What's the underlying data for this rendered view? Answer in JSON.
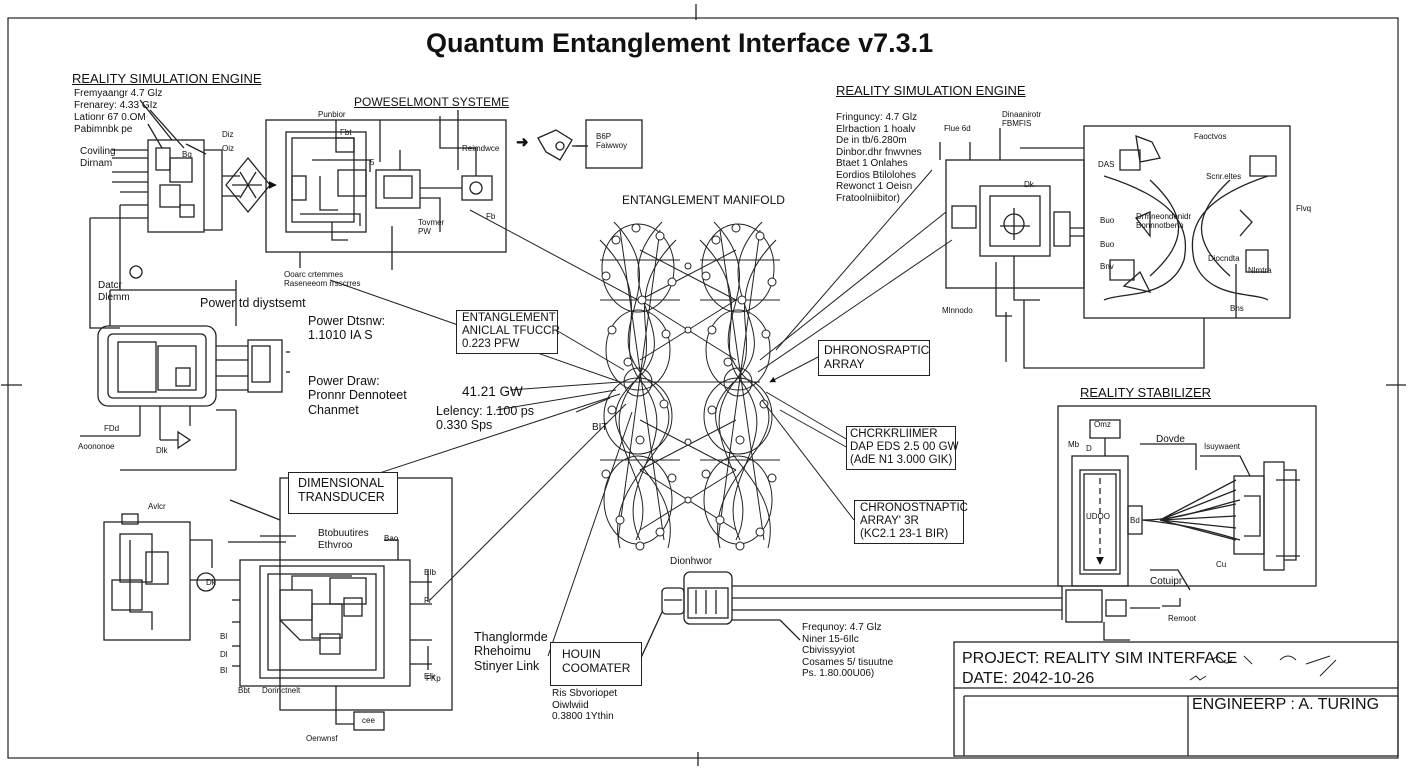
{
  "title": "Quantum Entanglement Interface v7.3.1",
  "reality_sim_left": {
    "header": "REALITY SIMULATION ENGINE",
    "params": [
      "Fremyaangr 4.7 Glz",
      "Frenarey: 4.33 GIz",
      "Lationr 67 0.OM",
      "Pabimnbk pe"
    ],
    "cooling": "Coviling\nDirnam",
    "small": [
      "Diz",
      "Bg",
      "Oiz"
    ]
  },
  "power_system_top": {
    "header": "POWESELMONT SYSTEME",
    "labels": [
      "Punbior",
      "Fbt",
      "Reimdwce",
      "Tovmer\nPW",
      "Ooarc crtemmes\nRaseneeom rrsscrres",
      "5",
      "Fb"
    ]
  },
  "top_arrow": {
    "box": "B6P\nFaiwwoy"
  },
  "entanglement_manifold": {
    "header": "ENTANGLEMENT MANIFOLD",
    "side": "BIT"
  },
  "power_left": {
    "label": "Power td diystsemt",
    "dater": "Datcr\nDlemm",
    "draw1": "Power Dtsnw:\n1.1010 IA S",
    "draw2": "Power Draw:\nPronnr Dennoteet\nChanmet",
    "aoono": "Aoononoe",
    "fbd": "FDd",
    "dk": "Dlk"
  },
  "entanglement_box": {
    "text": "ENTANGLEMENT\nANICLAL TFUCCR\n0.223 PFW"
  },
  "mid_readout": {
    "gw": "41.21 GW",
    "latency": "Lelency: 1.100 ps\n0.330 Sps"
  },
  "dimensional": {
    "header": "DIMENSIONAL\nTRANSDUCER",
    "avlcr": "Avlcr",
    "bitrol": "Btobuutires\nEthvroo",
    "bao": "Bao",
    "eib": "EIb",
    "dk": "Dk",
    "rowlabels": [
      "Bl",
      "Dl",
      "Bl",
      "Elk",
      "Fr",
      "Bbt"
    ],
    "bottom": [
      "Dorinctnelt",
      "cee",
      "Oenwnsf",
      "FKp"
    ]
  },
  "link_labels": {
    "text": "Thanglormde\nRhehoimu\nStinyer Link"
  },
  "hold_counter": {
    "box": "HOUIN\nCOOMATER",
    "text": "Ris Sbvoriopet\nOiwlwiid\n0.3800 1Ythin"
  },
  "chrono_labels": {
    "a": "DHRONOSRAPTIC\nARRAY",
    "b": "CHCRKRLIIMER\nDAP EDS 2.5 00 GW\n(AdE N1 3.000 GIK)",
    "c": "CHRONOSTNAPTIC\nARRAY' 3R\n(KC2.1 23-1 BIR)"
  },
  "center_bottom": {
    "connector": "Dionhwor",
    "freq": "Frequnoy: 4.7 Glz\nNiner 15-6Ilc\nCbivissyyiot\nCosames 5/ tisuutne\nPs. 1.80.00U06)"
  },
  "reality_sim_right": {
    "header": "REALITY SIMULATION ENGINE",
    "params": "Fringuncy: 4.7 Glz\nElrbaction 1 hoalv\nDe in tb/6.280m\nDinbor.dhr fnwvnes\nBtaet 1 Onlahes\nEordios Btilolohes\nRewonct 1 Oeisn\nFratoolniibitor)",
    "small": [
      "Dinaanirotr\nFBMFIS",
      "Flue 6d",
      "Faoctvos",
      "DAS",
      "Scnr.eltes",
      "Drmneondenidr\nBonnnotbenn",
      "Diocndta",
      "Buo",
      "Buo",
      "Dk",
      "Bnv",
      "Mlnnodo",
      "Nlmtra",
      "Bhs",
      "Flvq"
    ]
  },
  "reality_stabilizer": {
    "header": "REALITY STABILIZER",
    "ornz": "Omz",
    "mlb": "Mb",
    "dovde": "Dovde",
    "lauywaent": "Isuywaent",
    "uooo": "UDOO",
    "cotuipr": "Cotuipr",
    "remool": "Remoot",
    "small": [
      "D",
      "Bd",
      "Cu"
    ]
  },
  "title_block": {
    "project": "PROJECT: REALITY SIM INTERFACE",
    "date": "DATE: 2042-10-26",
    "engineer": "ENGINEERP : A. TURING"
  }
}
